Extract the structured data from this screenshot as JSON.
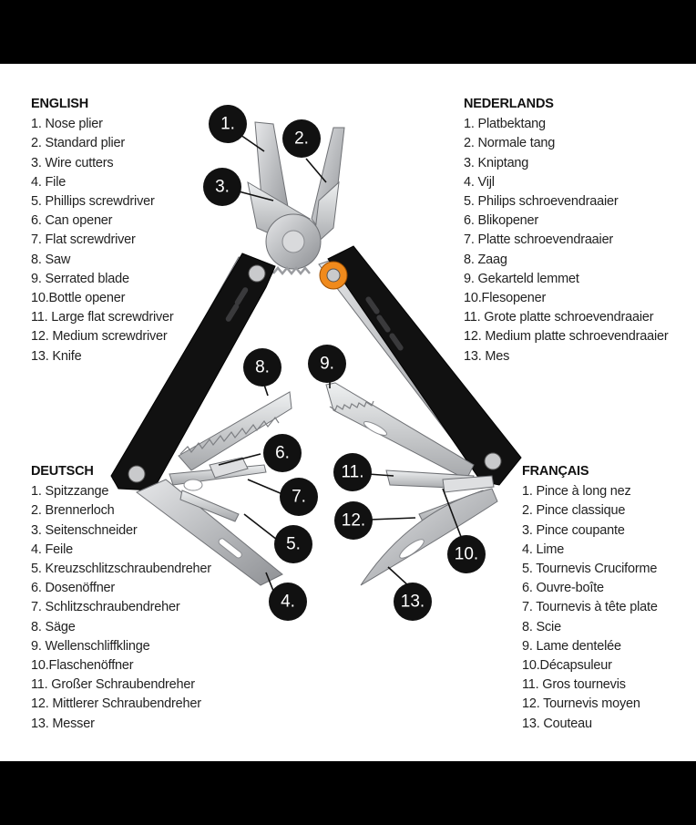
{
  "languages": {
    "en": {
      "title": "ENGLISH",
      "items": [
        "1. Nose plier",
        "2. Standard plier",
        "3. Wire cutters",
        "4. File",
        "5. Phillips screwdriver",
        "6. Can opener",
        "7. Flat screwdriver",
        "8. Saw",
        "9. Serrated blade",
        "10.Bottle opener",
        "11. Large flat screwdriver",
        "12. Medium screwdriver",
        "13. Knife"
      ]
    },
    "nl": {
      "title": "NEDERLANDS",
      "items": [
        "1. Platbektang",
        "2. Normale tang",
        "3. Kniptang",
        "4. Vijl",
        "5. Philips schroevendraaier",
        "6. Blikopener",
        "7. Platte schroevendraaier",
        "8. Zaag",
        "9. Gekarteld lemmet",
        "10.Flesopener",
        "11. Grote platte schroevendraaier",
        "12. Medium platte schroevendraaier",
        "13. Mes"
      ]
    },
    "de": {
      "title": "DEUTSCH",
      "items": [
        "1. Spitzzange",
        "2. Brennerloch",
        "3. Seitenschneider",
        "4. Feile",
        "5. Kreuzschlitzschraubendreher",
        "6. Dosenöffner",
        "7. Schlitzschraubendreher",
        "8. Säge",
        "9. Wellenschliffklinge",
        "10.Flaschenöffner",
        "11. Großer Schraubendreher",
        "12. Mittlerer Schraubendreher",
        "13. Messer"
      ]
    },
    "fr": {
      "title": "FRANÇAIS",
      "items": [
        "1. Pince à long nez",
        "2. Pince classique",
        "3. Pince coupante",
        "4. Lime",
        "5. Tournevis Cruciforme",
        "6. Ouvre-boîte",
        "7. Tournevis à tête plate",
        "8. Scie",
        "9. Lame dentelée",
        "10.Décapsuleur",
        "11. Gros tournevis",
        "12. Tournevis moyen",
        "13. Couteau"
      ]
    }
  },
  "callouts": [
    "1.",
    "2.",
    "3.",
    "4.",
    "5.",
    "6.",
    "7.",
    "8.",
    "9.",
    "10.",
    "11.",
    "12.",
    "13."
  ],
  "colors": {
    "background_band": "#000000",
    "panel": "#ffffff",
    "handle": "#111111",
    "steel": "#c8c9cb",
    "accent_pivot": "#f08a1c",
    "callout_circle": "#111111"
  }
}
